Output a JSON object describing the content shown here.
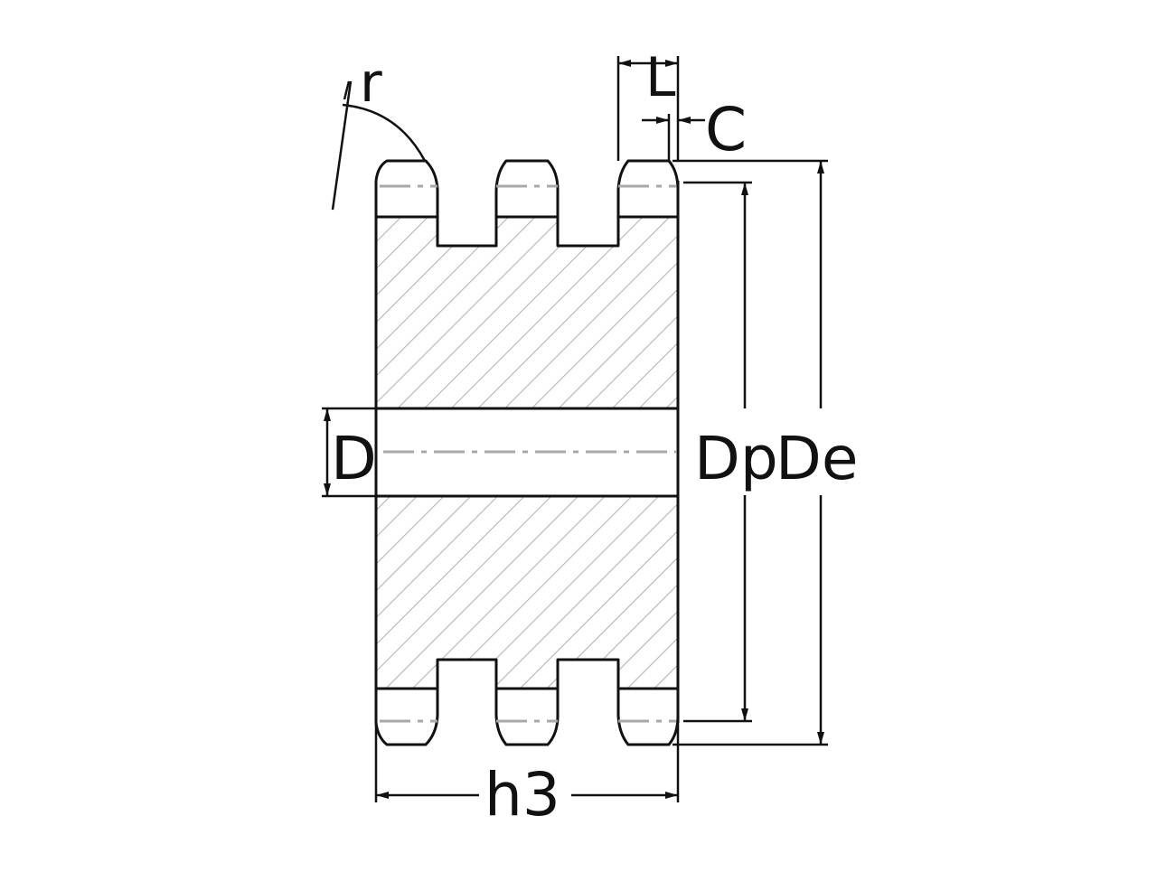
{
  "labels": {
    "r": "r",
    "L": "L",
    "C": "C",
    "D": "D",
    "Dp": "Dp",
    "De": "De",
    "h3": "h3"
  },
  "colors": {
    "outline": "#111111",
    "hatch": "#b4b4b4",
    "centerline": "#a8a8a8",
    "background": "#ffffff"
  }
}
